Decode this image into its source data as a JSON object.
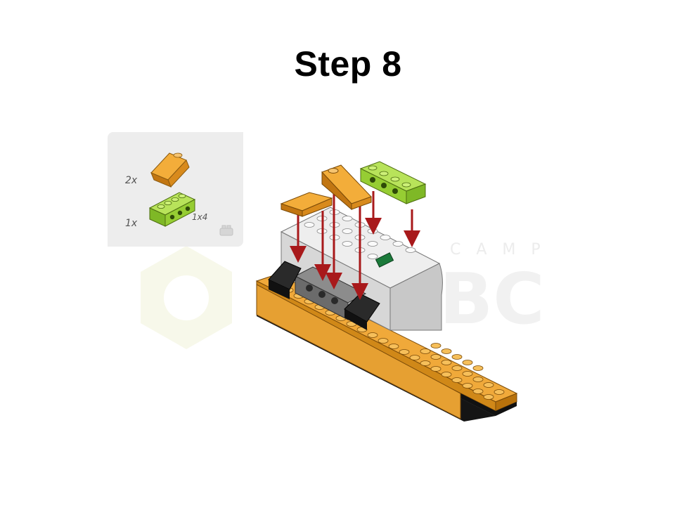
{
  "page": {
    "title": "Step 8"
  },
  "parts_panel": {
    "items": [
      {
        "quantity": "2x",
        "part": "orange-slope-brick"
      },
      {
        "quantity": "1x",
        "part": "lime-technic-brick",
        "size_label": "1x4"
      }
    ]
  },
  "watermark": {
    "text_top": "CAMP",
    "text_main": "BC"
  },
  "colors": {
    "orange": "#e9a02a",
    "lime": "#9bd43a",
    "arrow": "#a8191b",
    "panel": "#ededed"
  }
}
